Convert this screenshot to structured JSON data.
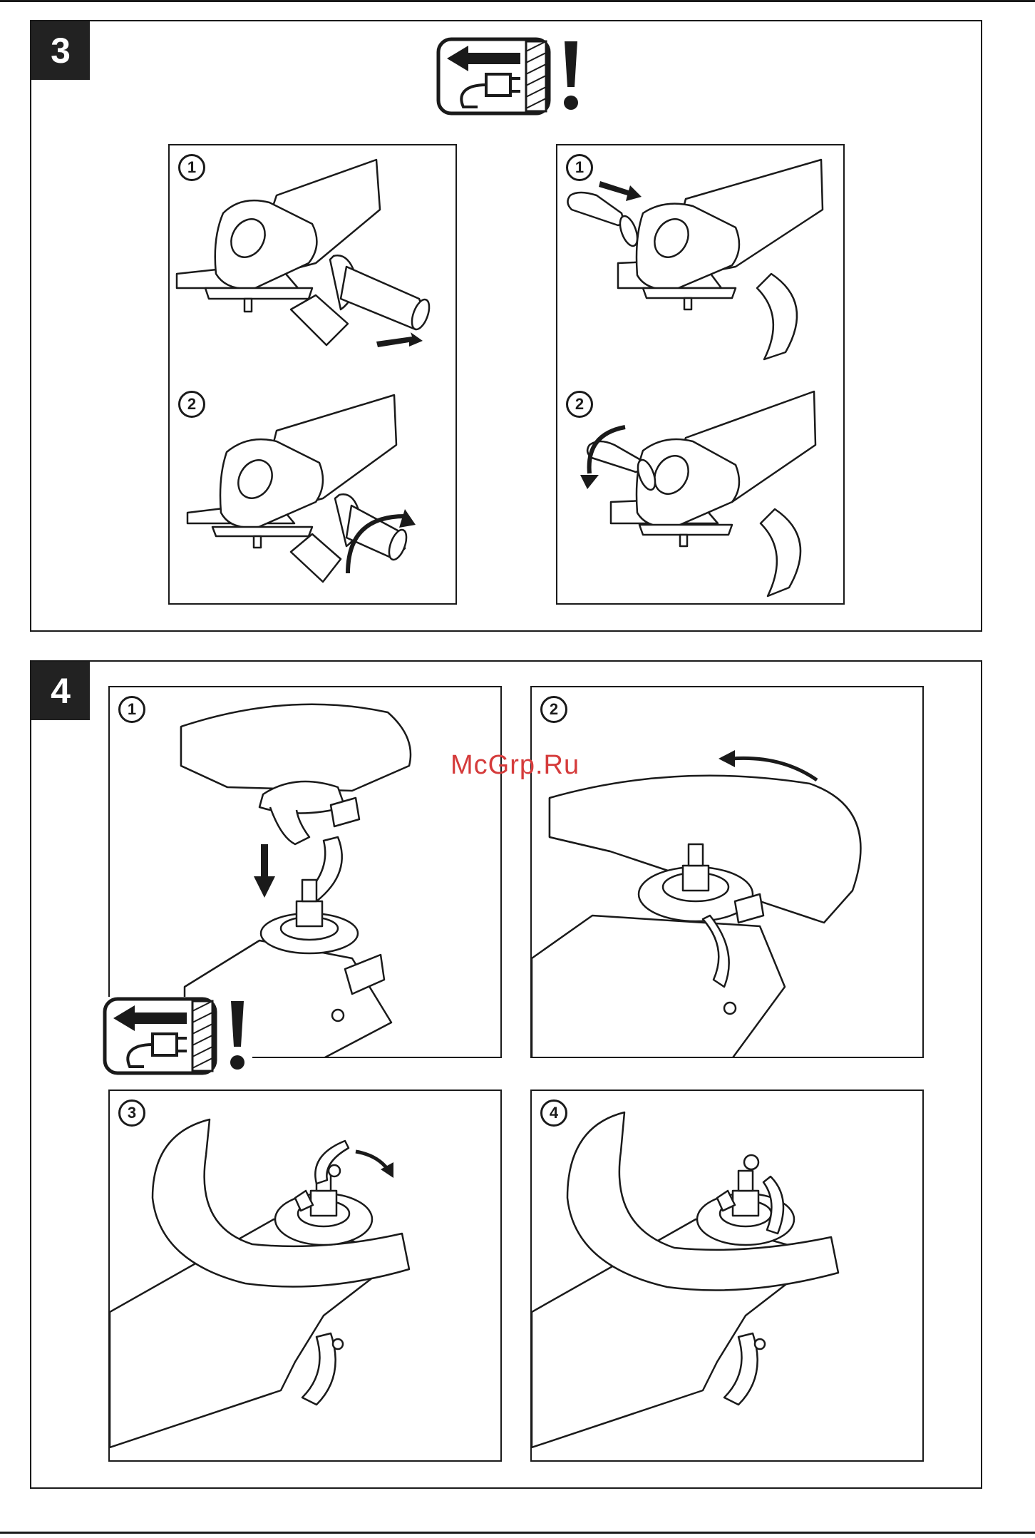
{
  "sections": [
    {
      "number": "3",
      "panels": [
        {
          "steps": [
            "1",
            "2"
          ],
          "side": "right-handle"
        },
        {
          "steps": [
            "1",
            "2"
          ],
          "side": "left-handle"
        }
      ]
    },
    {
      "number": "4",
      "panels": [
        {
          "step": "1"
        },
        {
          "step": "2"
        },
        {
          "step": "3"
        },
        {
          "step": "4"
        }
      ]
    }
  ],
  "watermark": "McGrp.Ru",
  "icons": {
    "unplug": "unplug-warning-icon",
    "exclamation": "exclamation-icon"
  },
  "colors": {
    "line": "#1a1a1a",
    "watermark": "#d53b3b"
  }
}
